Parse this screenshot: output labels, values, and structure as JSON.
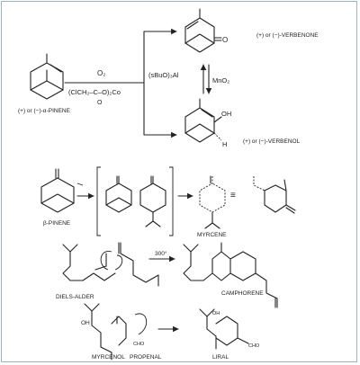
{
  "reaction1": {
    "reagent_top": "O₂",
    "reagent_catalyst": "(ClCH₂–C–O)₂Co",
    "reagent_catalyst_o": "O",
    "reagent_aluminum": "(sBuO)₃Al",
    "reagent_oxidant": "MnO₂",
    "start_name": "(+) or (−)-α-PINENE",
    "product_ketone": "(+) or (−)-VERBENONE",
    "product_alcohol": "(+) or (−)-VERBENOL",
    "ketone_atom": "O",
    "alcohol_oh": "OH",
    "alcohol_h": "H"
  },
  "reaction2": {
    "start_name": "β-PINENE",
    "product_name": "MYRCENE",
    "equiv_symbol": "≡"
  },
  "reaction3": {
    "left_name": "DIELS-ALDER",
    "condition": "300°",
    "product_name": "CAMPHORENE"
  },
  "reaction4": {
    "reactant1": "MYRCENOL",
    "reactant2": "PROPENAL",
    "product": "LIRAL",
    "oh_label": "OH",
    "oh_label2": "OH",
    "cho_label": "CHO",
    "cho_label2": "CHO"
  }
}
